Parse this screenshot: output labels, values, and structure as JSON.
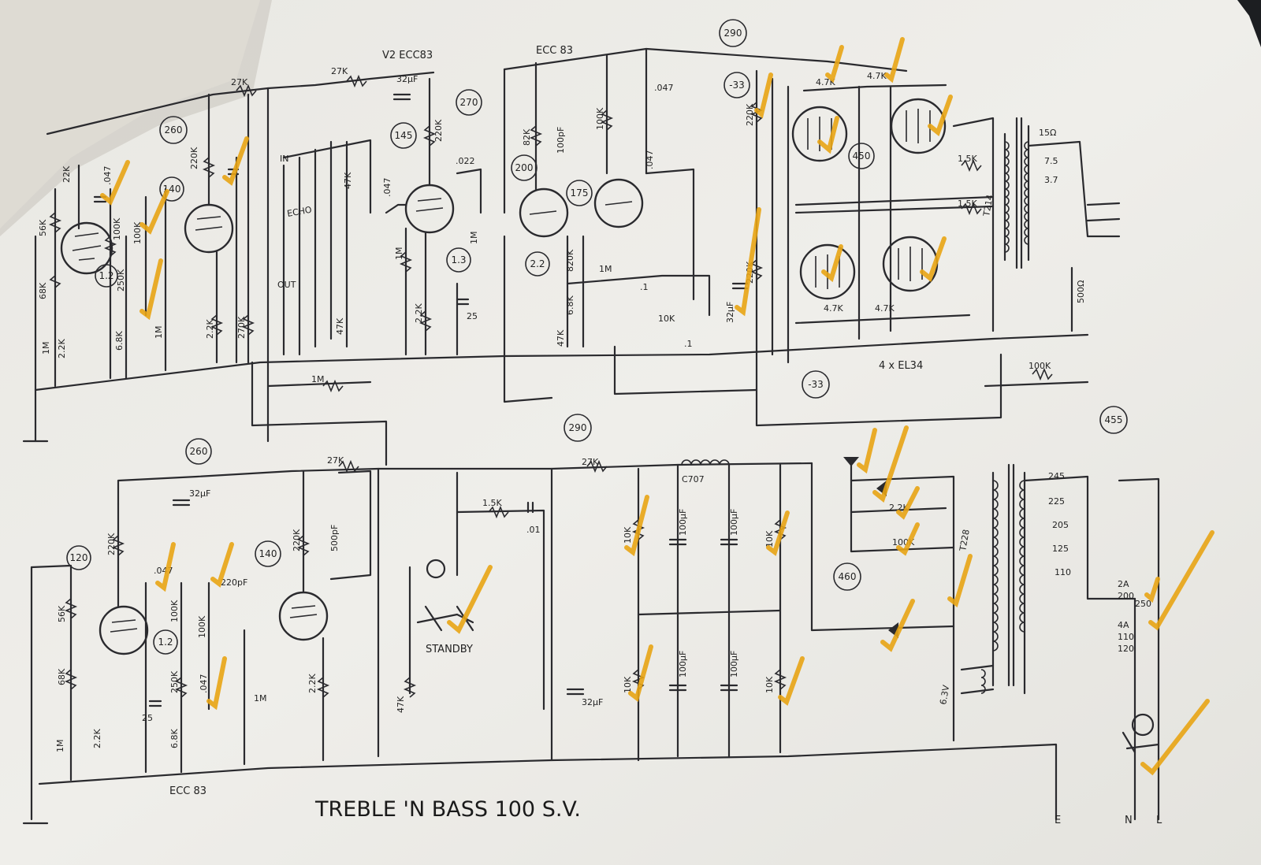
{
  "title": "TREBLE 'N BASS 100 S.V.",
  "tubes": {
    "preamp_top": "ECC 83",
    "v2": "V2 ECC83",
    "bottom": "ECC 83",
    "output": "4 x EL34"
  },
  "voltages": [
    "260",
    "140",
    "145",
    "270",
    "200",
    "175",
    "290",
    "-33",
    "450",
    "1.2",
    "1.3",
    "2.2",
    "140",
    "120",
    "1.2",
    "290",
    "260",
    "455",
    "460",
    "-33"
  ],
  "transformers": {
    "output": "T214",
    "mains": "T228",
    "choke": "C707",
    "heater": "6.3V"
  },
  "mains_taps": [
    "245",
    "225",
    "205",
    "125",
    "110"
  ],
  "fuse_labels": [
    "2A",
    "200",
    "250",
    "4A",
    "110",
    "120"
  ],
  "speaker_taps": [
    "15Ω",
    "7.5",
    "3.7"
  ],
  "switch_label": "STANDBY",
  "terminals": [
    "E",
    "N",
    "L"
  ],
  "resistors_top": [
    "27K",
    "27K",
    "22K",
    "56K",
    "68K",
    "1M",
    "2.2K",
    "100K",
    "1M",
    "250K",
    "6.8K",
    "220K",
    "100K",
    "2.2K",
    "270K",
    "1M",
    "47K",
    "47K",
    "1M",
    "2.2K",
    "220K",
    "1M",
    "82K",
    "100K",
    "820K",
    "1M",
    "6.8K",
    "47K",
    "10K",
    "220K",
    "220K",
    "4.7K",
    "4.7K",
    "1.5K",
    "1.5K",
    "4.7K",
    "4.7K",
    "500Ω",
    "100K"
  ],
  "capacitors_top": [
    ".047",
    "32μF",
    ".022",
    ".047",
    "25",
    "100pF",
    ".047",
    ".047",
    ".1",
    "32μF",
    ".1"
  ],
  "resistors_bottom": [
    "27K",
    "27K",
    "220K",
    "220K",
    "56K",
    "100K",
    "68K",
    "100K",
    "250K",
    "1M",
    "6.8K",
    "2.2K",
    "2.2K",
    "1M",
    "47K",
    "1.5K",
    "10K",
    "10K",
    "10K",
    "10K",
    "2.2K",
    "100K"
  ],
  "capacitors_bottom": [
    "32μF",
    ".047",
    "220pF",
    "500pF",
    ".047",
    "25",
    ".01",
    "32μF",
    "100μF",
    "100μF",
    "100μF",
    "100μF"
  ],
  "misc_labels": [
    "ECHO",
    "OUT",
    "IN"
  ],
  "colors": {
    "paper": "#ecebe6",
    "ink": "#2a2a2e",
    "highlight": "#e8a414",
    "background": "#1c1e21"
  }
}
